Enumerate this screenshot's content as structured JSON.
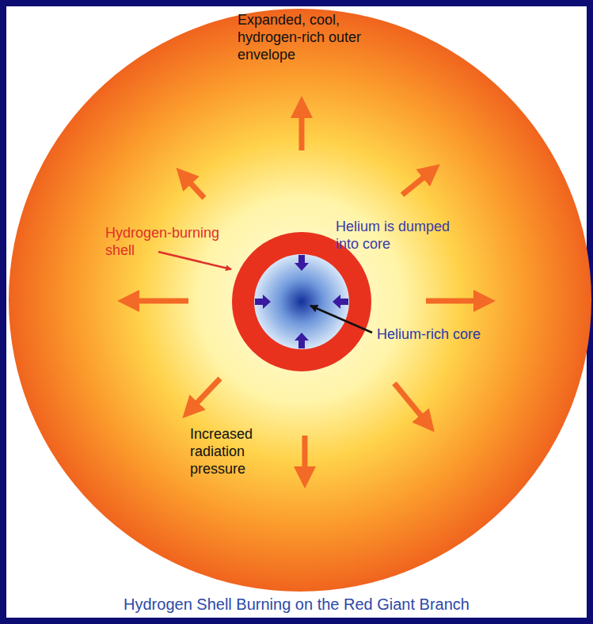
{
  "diagram": {
    "caption": "Hydrogen Shell Burning on the Red Giant Branch",
    "labels": [
      "Expanded, cool, hydrogen-rich outer envelope",
      "Hydrogen-burning shell",
      "Helium is dumped into core",
      "Helium-rich core",
      "Increased radiation pressure"
    ]
  }
}
